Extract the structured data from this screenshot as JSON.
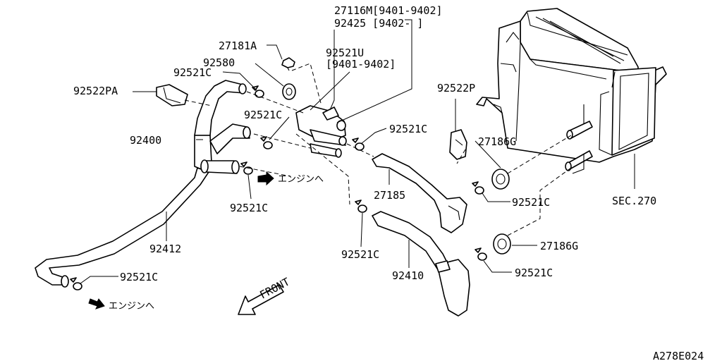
{
  "labels": {
    "p27116m": "27116M[9401-9402]",
    "p92425": "92425 [9402-     ]",
    "p27181a": "27181A",
    "p92521u": "92521U",
    "p92521u_range": "[9401-9402]",
    "p92580": "92580",
    "p92521c_top": "92521C",
    "p92522pa": "92522PA",
    "p92521c_mid": "92521C",
    "p92400": "92400",
    "p92521c_valve": "92521C",
    "p92522p": "92522P",
    "p27186g_top": "27186G",
    "p27185": "27185",
    "p92521c_left": "92521C",
    "p92521c_right1": "92521C",
    "sec270": "SEC.270",
    "p92412": "92412",
    "p92521c_center": "92521C",
    "p27186g_bottom": "27186G",
    "p92410": "92410",
    "p92521c_right2": "92521C",
    "p92521c_bottomleft": "92521C",
    "to_engine_1": "エンジンへ",
    "to_engine_2": "エンジンへ",
    "front": "FRONT",
    "diagram_code": "A278E024"
  }
}
